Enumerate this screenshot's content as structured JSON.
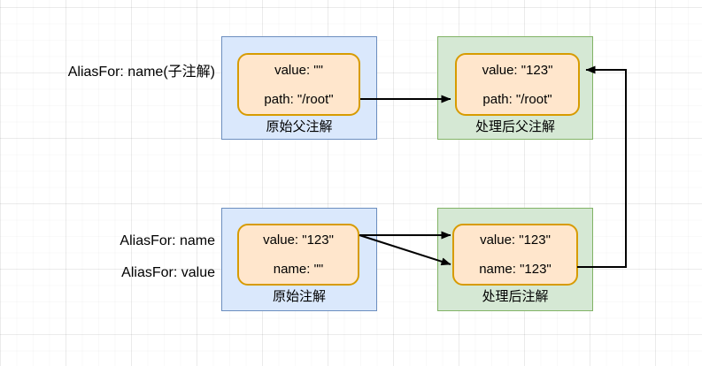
{
  "diagram": {
    "title": "AliasFor annotation processing flow",
    "background": "#ffffff",
    "colors": {
      "blue_fill": "#dae8fc",
      "blue_border": "#6c8ebf",
      "green_fill": "#d5e8d4",
      "green_border": "#82b366",
      "orange_fill": "#ffe6cc",
      "orange_border": "#d79b00",
      "line": "#000000",
      "grid": "#e8e8e8"
    }
  },
  "labels": {
    "top_alias": "AliasFor: name(子注解)",
    "bottom_alias_1": "AliasFor: name",
    "bottom_alias_2": "AliasFor: value"
  },
  "nodes": {
    "parent_source": {
      "caption": "原始父注解",
      "line1": "value: \"\"",
      "line2": "path: \"/root\"",
      "style": "blue"
    },
    "parent_processed": {
      "caption": "处理后父注解",
      "line1": "value: \"123\"",
      "line2": "path: \"/root\"",
      "style": "green"
    },
    "child_source": {
      "caption": "原始注解",
      "line1": "value: \"123\"",
      "line2": "name: \"\"",
      "style": "blue"
    },
    "child_processed": {
      "caption": "处理后注解",
      "line1": "value: \"123\"",
      "line2": "name: \"123\"",
      "style": "green"
    }
  },
  "edges": [
    {
      "name": "parent-source-to-parent-processed",
      "from": "parent_source",
      "to": "parent_processed"
    },
    {
      "name": "child-source-to-processed-value",
      "from": "child_source",
      "to": "child_processed"
    },
    {
      "name": "child-source-to-processed-name",
      "from": "child_source",
      "to": "child_processed"
    },
    {
      "name": "child-processed-name-feedback-to-parent-processed",
      "from": "child_processed",
      "to": "parent_processed"
    }
  ]
}
